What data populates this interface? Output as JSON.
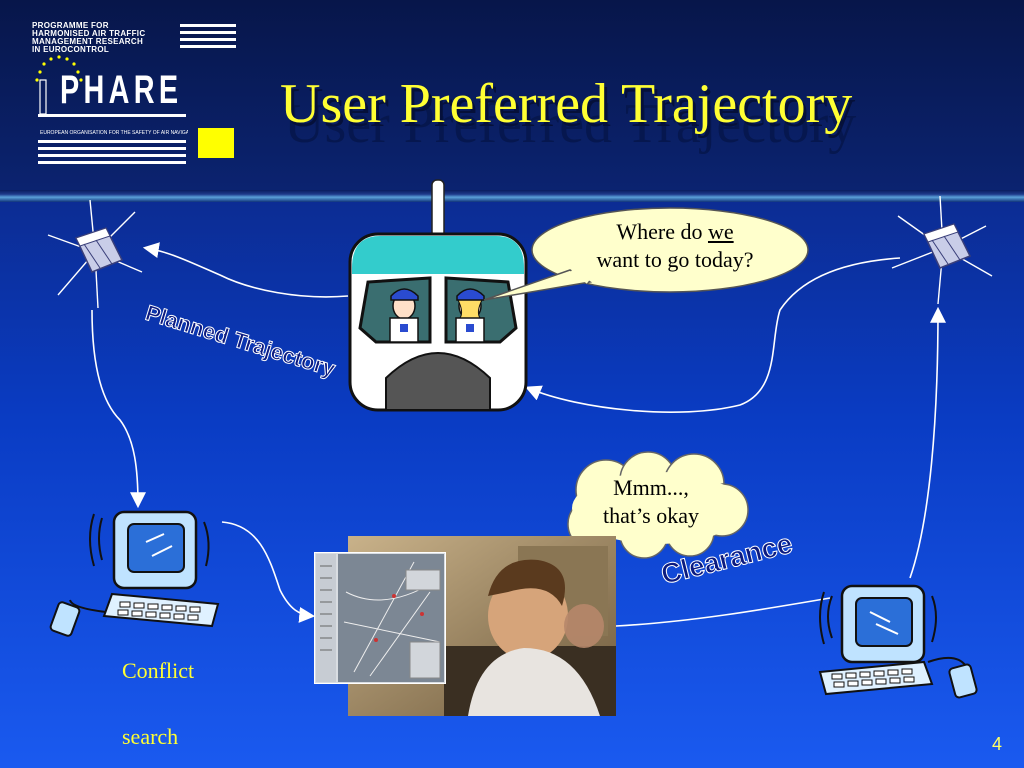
{
  "slide": {
    "title": "User Preferred Trajectory",
    "page_number": "4"
  },
  "logo": {
    "lines": [
      "PROGRAMME FOR",
      "HARMONISED AIR TRAFFIC",
      "MANAGEMENT RESEARCH",
      "IN EUROCONTROL"
    ],
    "name": "PHARE",
    "subtitle": "EUROPEAN ORGANISATION FOR THE SAFETY OF AIR NAVIGATION  EUROCONTROL"
  },
  "speech": {
    "pilot_line1_prefix": "Where do ",
    "pilot_line1_emph": "we",
    "pilot_line2": "want to go today?",
    "controller_line1": "Mmm...,",
    "controller_line2": "that’s okay"
  },
  "labels": {
    "planned_trajectory": "Planned Trajectory",
    "clearance": "Clearance",
    "conflict": "Conflict",
    "search": "search"
  },
  "colors": {
    "title": "#ffff33",
    "bubble": "#ffffcc",
    "accent": "#ffff00"
  }
}
